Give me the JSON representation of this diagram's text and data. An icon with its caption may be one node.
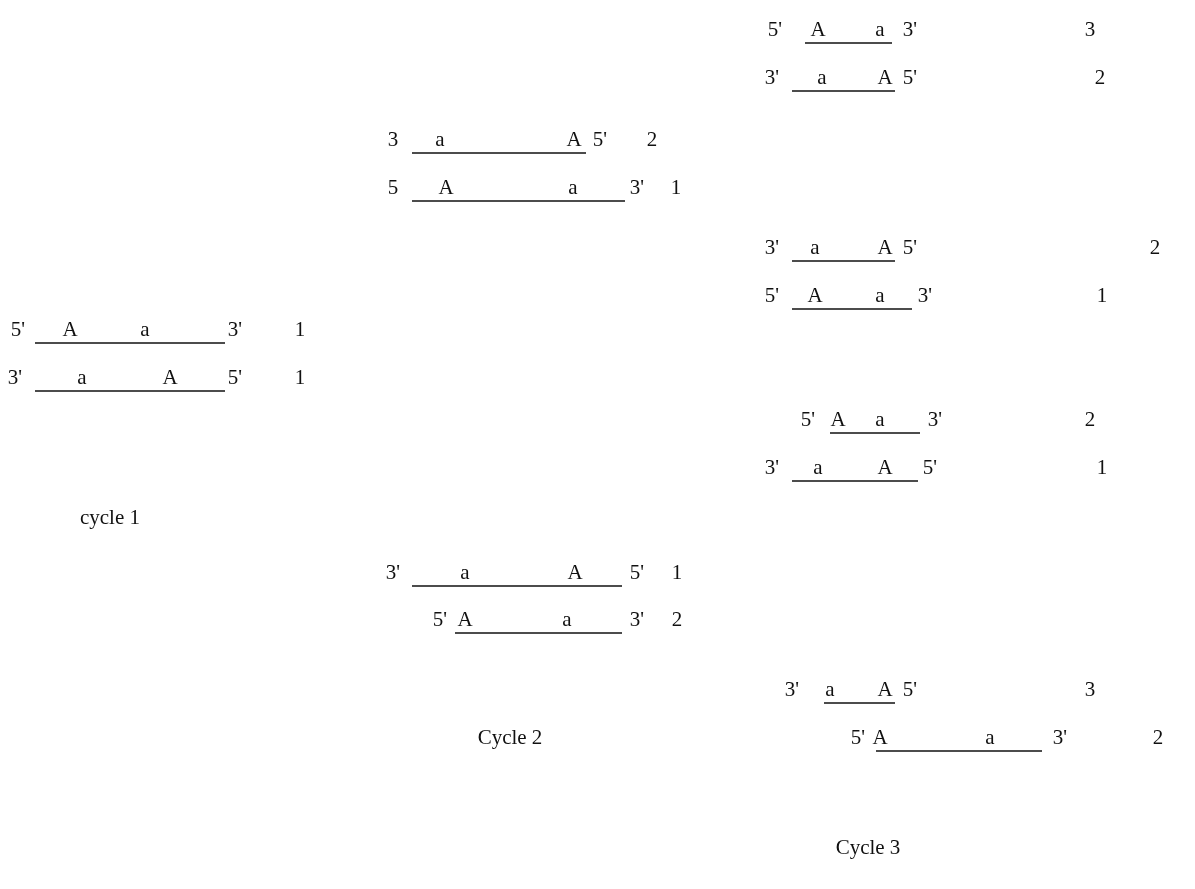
{
  "diagram": {
    "labels": [
      "5'",
      "A",
      "a",
      "3'",
      "3",
      "3'",
      "a",
      "A",
      "5'",
      "2",
      "3",
      "a",
      "A",
      "5'",
      "2",
      "5",
      "A",
      "a",
      "3'",
      "1",
      "3'",
      "a",
      "A",
      "5'",
      "2",
      "5'",
      "A",
      "a",
      "3'",
      "1",
      "5'",
      "A",
      "a",
      "3'",
      "1",
      "3'",
      "a",
      "A",
      "5'",
      "1",
      "5'",
      "A",
      "a",
      "3'",
      "2",
      "3'",
      "a",
      "A",
      "5'",
      "1",
      "cycle 1",
      "3'",
      "a",
      "A",
      "5'",
      "1",
      "5'",
      "A",
      "a",
      "3'",
      "2",
      "3'",
      "a",
      "A",
      "5'",
      "3",
      "Cycle 2",
      "5'",
      "A",
      "a",
      "3'",
      "2",
      "Cycle 3"
    ]
  }
}
